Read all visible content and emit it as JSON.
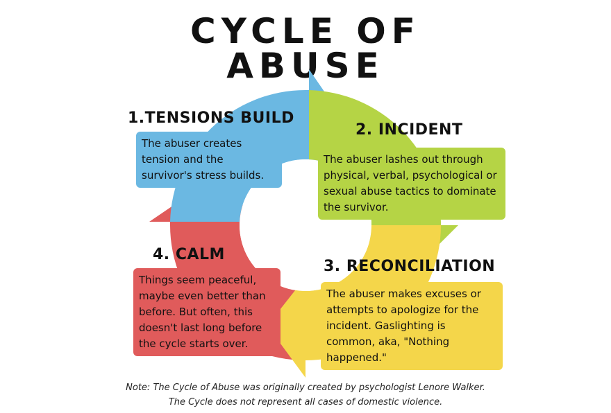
{
  "title_line1": "CYCLE OF",
  "title_line2": "ABUSE",
  "colors": {
    "blue": "#6bb8e2",
    "green": "#b5d445",
    "yellow": "#f4d64a",
    "red": "#e05b5b"
  },
  "stages": [
    {
      "heading": "1.TENSIONS BUILD",
      "text": "The abuser creates tension and the survivor's stress builds."
    },
    {
      "heading": "2. INCIDENT",
      "text": "The abuser lashes out through physical, verbal, psychological or sexual abuse tactics to dominate the survivor."
    },
    {
      "heading": "3. RECONCILIATION",
      "text": "The abuser makes excuses or attempts to apologize for the incident. Gaslighting is common, aka, \"Nothing happened.\""
    },
    {
      "heading": "4. CALM",
      "text": "Things seem peaceful, maybe even better than before. But often, this doesn't last long before the cycle starts over."
    }
  ],
  "note_line1": "Note: The Cycle of Abuse was originally created by psychologist Lenore Walker.",
  "note_line2": "The Cycle does not represent all cases of domestic violence."
}
